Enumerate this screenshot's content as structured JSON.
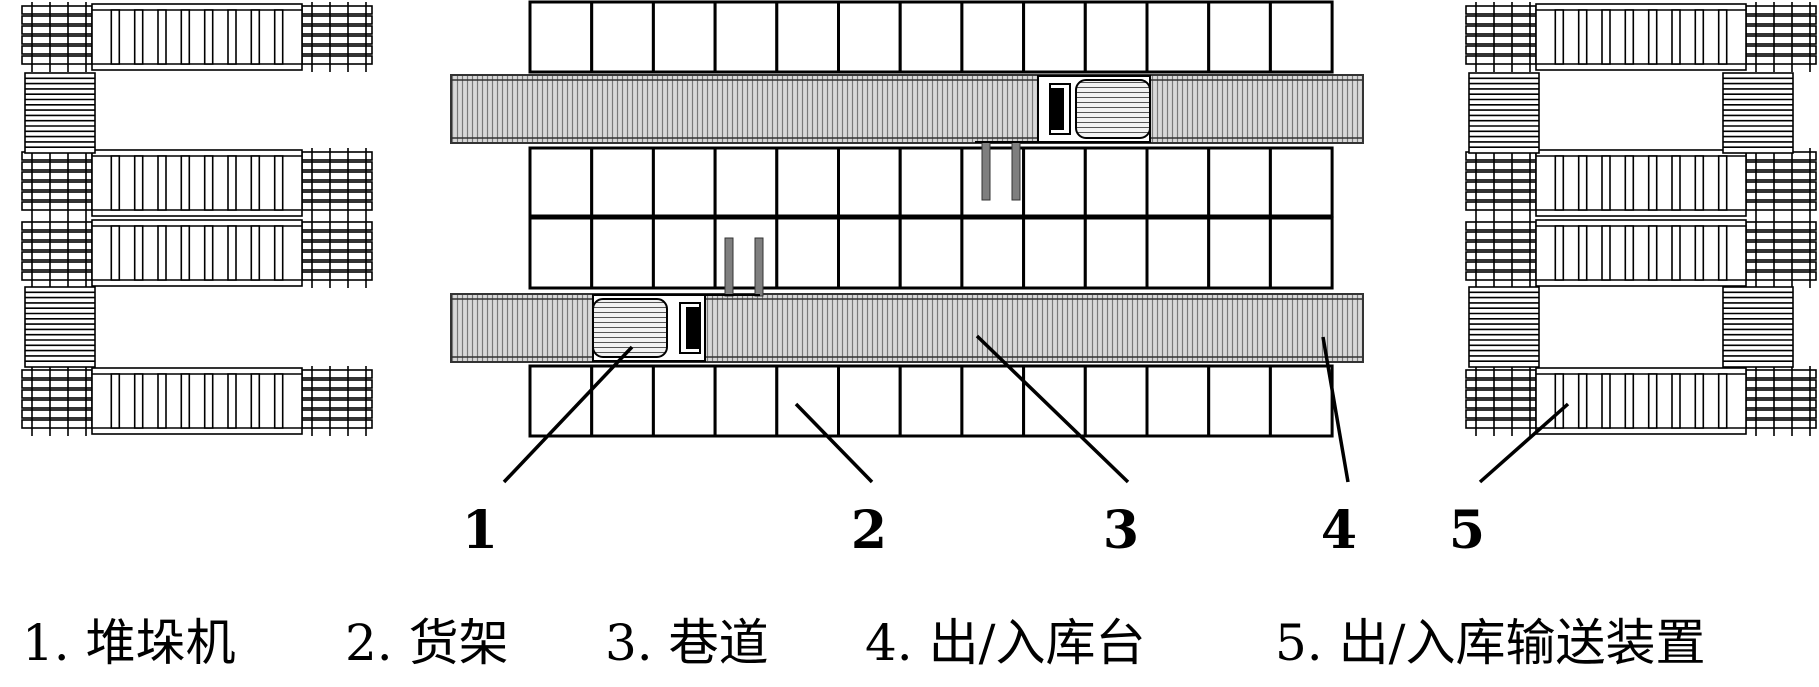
{
  "callouts": [
    {
      "number": "1"
    },
    {
      "number": "2"
    },
    {
      "number": "3"
    },
    {
      "number": "4"
    },
    {
      "number": "5"
    }
  ],
  "legend": [
    {
      "text": "1. 堆垛机"
    },
    {
      "text": "2. 货架"
    },
    {
      "text": "3. 巷道"
    },
    {
      "text": "4. 出/入库台"
    },
    {
      "text": "5. 出/入库输送装置"
    }
  ],
  "colors": {
    "line": "#000000",
    "aisle_fill": "#d9d9d9",
    "aisle_stripe": "#7a7a7a",
    "fork": "#7f7f7f",
    "background": "#ffffff"
  }
}
